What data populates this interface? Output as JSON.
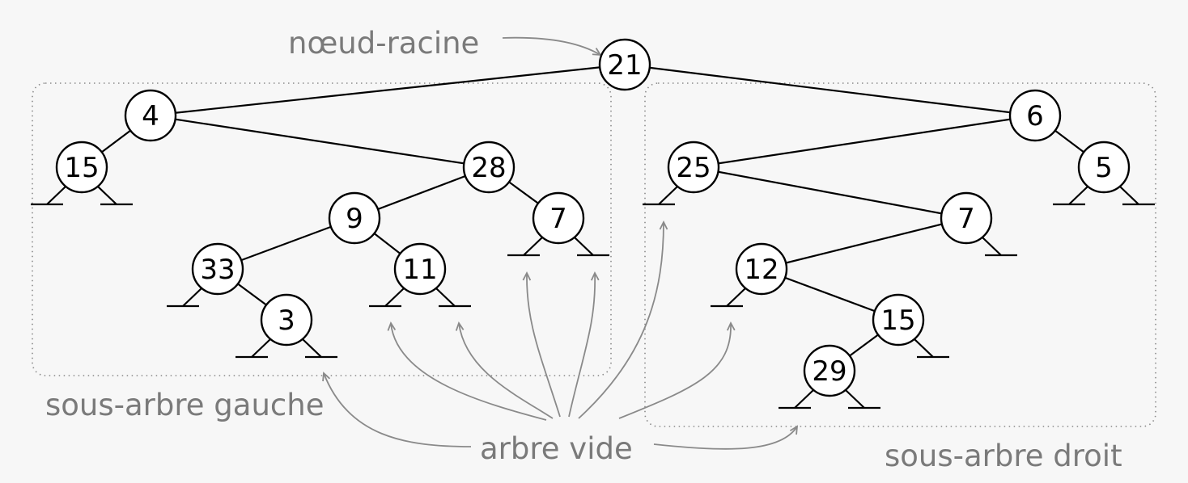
{
  "labels": {
    "root": "nœud-racine",
    "left_subtree": "sous-arbre gauche",
    "right_subtree": "sous-arbre droit",
    "empty_tree": "arbre vide"
  },
  "tree": {
    "nodes": [
      {
        "id": "n21",
        "value": "21"
      },
      {
        "id": "n4",
        "value": "4"
      },
      {
        "id": "n15a",
        "value": "15"
      },
      {
        "id": "n28",
        "value": "28"
      },
      {
        "id": "n9",
        "value": "9"
      },
      {
        "id": "n33",
        "value": "33"
      },
      {
        "id": "n3",
        "value": "3"
      },
      {
        "id": "n11",
        "value": "11"
      },
      {
        "id": "n7a",
        "value": "7"
      },
      {
        "id": "n6",
        "value": "6"
      },
      {
        "id": "n25",
        "value": "25"
      },
      {
        "id": "n7b",
        "value": "7"
      },
      {
        "id": "n12",
        "value": "12"
      },
      {
        "id": "n15b",
        "value": "15"
      },
      {
        "id": "n29",
        "value": "29"
      },
      {
        "id": "n5",
        "value": "5"
      }
    ],
    "edges": [
      [
        "n21",
        "n4"
      ],
      [
        "n21",
        "n6"
      ],
      [
        "n4",
        "n15a"
      ],
      [
        "n4",
        "n28"
      ],
      [
        "n28",
        "n9"
      ],
      [
        "n28",
        "n7a"
      ],
      [
        "n9",
        "n33"
      ],
      [
        "n9",
        "n11"
      ],
      [
        "n33",
        "n3"
      ],
      [
        "n6",
        "n25"
      ],
      [
        "n6",
        "n5"
      ],
      [
        "n25",
        "n7b"
      ],
      [
        "n7b",
        "n12"
      ],
      [
        "n12",
        "n15b"
      ],
      [
        "n15b",
        "n29"
      ]
    ]
  }
}
